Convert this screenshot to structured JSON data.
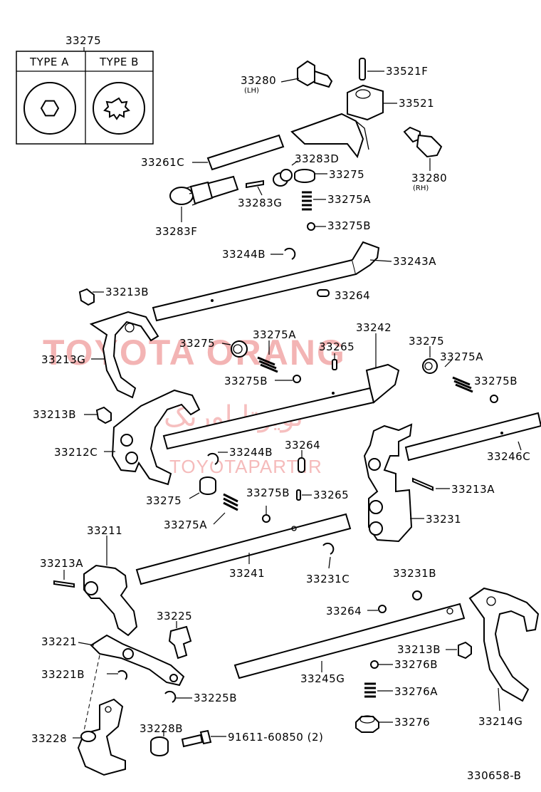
{
  "watermark": {
    "brand": "TOYOTA ORANG",
    "site": "TOYOTAPART.IR",
    "persian": "تویوتا اورنگ"
  },
  "inset": {
    "part_number": "33275",
    "type_a": "TYPE A",
    "type_b": "TYPE B"
  },
  "labels": {
    "p33521F": "33521F",
    "p33280_lh": "33280",
    "lh": "(LH)",
    "p33521": "33521",
    "p33261C": "33261C",
    "p33283D": "33283D",
    "p33275_top": "33275",
    "p33280_rh": "33280",
    "rh": "(RH)",
    "p33283G": "33283G",
    "p33275A_top": "33275A",
    "p33283F": "33283F",
    "p33275B_top": "33275B",
    "p33244B_top": "33244B",
    "p33243A": "33243A",
    "p33213B_top": "33213B",
    "p33264_top": "33264",
    "p33213G": "33213G",
    "p33275_mid": "33275",
    "p33275A_mid": "33275A",
    "p33242": "33242",
    "p33265_top": "33265",
    "p33275_right": "33275",
    "p33275A_right": "33275A",
    "p33275B_mid": "33275B",
    "p33275B_right": "33275B",
    "p33213B_mid": "33213B",
    "p33212C": "33212C",
    "p33246C": "33246C",
    "p33264_mid": "33264",
    "p33244B_mid": "33244B",
    "p33213A_right": "33213A",
    "p33275_low": "33275",
    "p33275B_low": "33275B",
    "p33265_low": "33265",
    "p33275A_low": "33275A",
    "p33231": "33231",
    "p33211": "33211",
    "p33213A_left": "33213A",
    "p33241": "33241",
    "p33231C": "33231C",
    "p33231B": "33231B",
    "p33225": "33225",
    "p33264_low": "33264",
    "p33221": "33221",
    "p33213B_low": "33213B",
    "p33221B": "33221B",
    "p33245G": "33245G",
    "p33276B": "33276B",
    "p33225B": "33225B",
    "p33276A": "33276A",
    "p33228B": "33228B",
    "p33228": "33228",
    "p91611": "91611-60850 (2)",
    "p33276": "33276",
    "p33214G": "33214G",
    "diagram_id": "330658-B"
  }
}
